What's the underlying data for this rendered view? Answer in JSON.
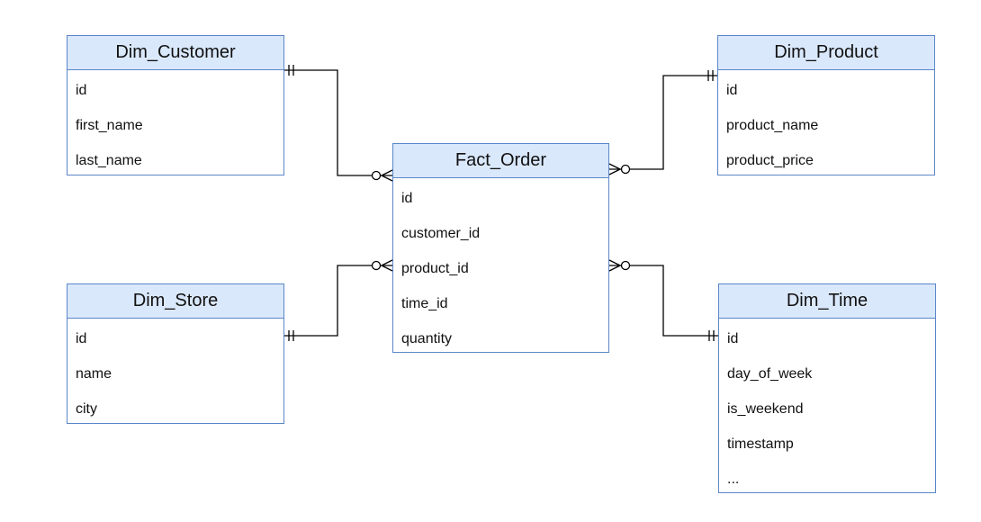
{
  "entities": {
    "dim_customer": {
      "title": "Dim_Customer",
      "fields": [
        "id",
        "first_name",
        "last_name"
      ]
    },
    "dim_product": {
      "title": "Dim_Product",
      "fields": [
        "id",
        "product_name",
        "product_price"
      ]
    },
    "fact_order": {
      "title": "Fact_Order",
      "fields": [
        "id",
        "customer_id",
        "product_id",
        "time_id",
        "quantity"
      ]
    },
    "dim_store": {
      "title": "Dim_Store",
      "fields": [
        "id",
        "name",
        "city"
      ]
    },
    "dim_time": {
      "title": "Dim_Time",
      "fields": [
        "id",
        "day_of_week",
        "is_weekend",
        "timestamp",
        "..."
      ]
    }
  },
  "relationships": [
    {
      "from": "Dim_Customer",
      "to": "Fact_Order",
      "from_end": "exactly-one",
      "to_end": "zero-or-many"
    },
    {
      "from": "Dim_Product",
      "to": "Fact_Order",
      "from_end": "exactly-one",
      "to_end": "zero-or-many"
    },
    {
      "from": "Dim_Store",
      "to": "Fact_Order",
      "from_end": "exactly-one",
      "to_end": "zero-or-many"
    },
    {
      "from": "Dim_Time",
      "to": "Fact_Order",
      "from_end": "exactly-one",
      "to_end": "zero-or-many"
    }
  ],
  "colors": {
    "header_fill": "#dae8fc",
    "border": "#5b86c7",
    "line": "#000000"
  }
}
